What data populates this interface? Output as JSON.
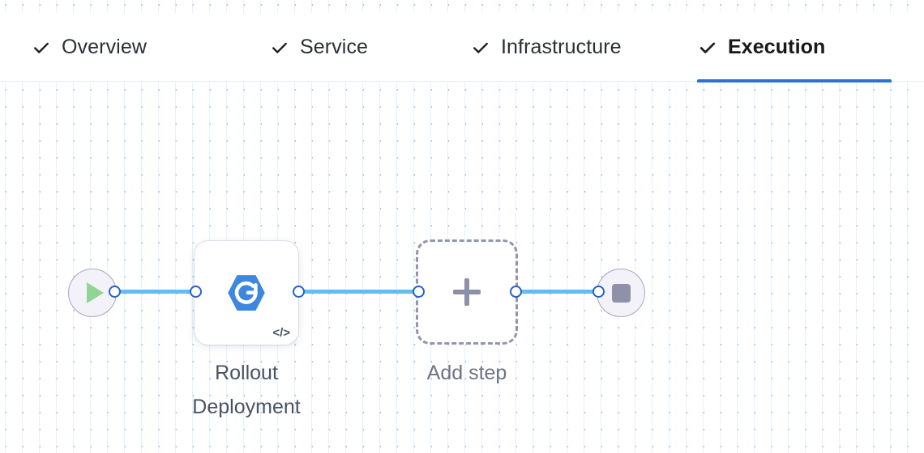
{
  "tabs": [
    {
      "label": "Overview",
      "icon": "check-icon",
      "completed": true,
      "active": false
    },
    {
      "label": "Service",
      "icon": "check-icon",
      "completed": true,
      "active": false
    },
    {
      "label": "Infrastructure",
      "icon": "check-icon",
      "completed": true,
      "active": false
    },
    {
      "label": "Execution",
      "icon": "check-icon",
      "completed": true,
      "active": true
    }
  ],
  "canvas": {
    "nodes": {
      "start": {
        "icon": "play-icon",
        "name": "start-node"
      },
      "step": {
        "label": "Rollout\nDeployment",
        "icon": "rollout-deployment-icon",
        "badge_icon": "code-icon"
      },
      "add": {
        "label": "Add step",
        "icon": "plus-icon"
      },
      "end": {
        "icon": "stop-icon",
        "name": "end-node"
      }
    }
  },
  "colors": {
    "accent": "#2f72d2",
    "edge": "#62bdf2",
    "handle_border": "#2563c9",
    "step_icon": "#3d87df",
    "play": "#8fd694",
    "stop": "#8e91a8",
    "terminal_fill": "#f3f2f8",
    "terminal_border": "#a9a7bd",
    "dashed_border": "#9295ad",
    "label": "#4b5163"
  }
}
